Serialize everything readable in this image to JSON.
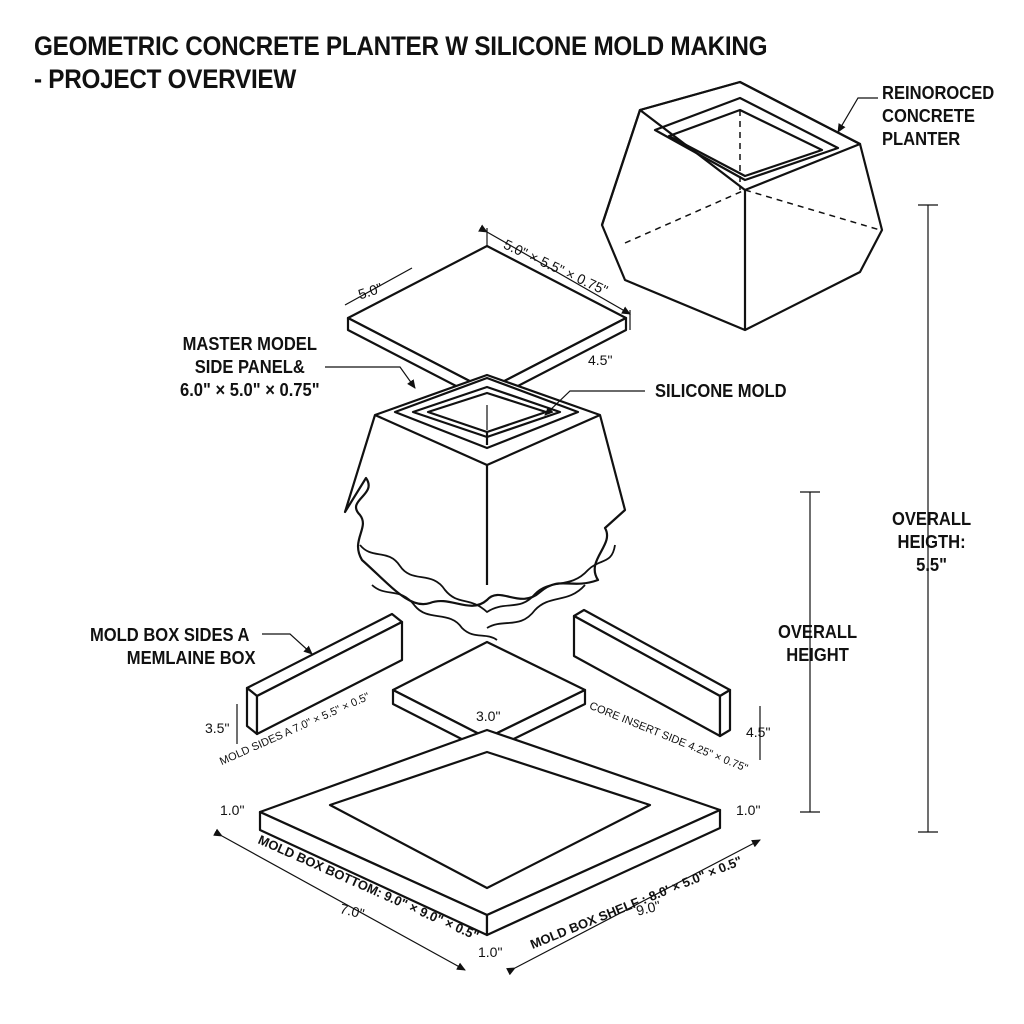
{
  "title": {
    "line1": "GEOMETRIC CONCRETE PLANTER W SILICONE MOLD MAKING",
    "line2": "- PROJECT OVERVIEW"
  },
  "labels": {
    "planter": [
      "REINOROCED",
      "CONCRETE",
      "PLANTER"
    ],
    "master_model": [
      "MASTER MODEL",
      "SIDE PANEL&",
      "6.0\" × 5.0\" × 0.75\""
    ],
    "silicone_mold": "SILICONE MOLD",
    "mold_box_sides": [
      "MOLD BOX SIDES A",
      "MEMLAINE BOX"
    ],
    "overall_height_inner": [
      "OVERALL",
      "HEIGHT"
    ],
    "overall_height_outer": [
      "OVERALL",
      "HEIGTH:",
      "5.5\""
    ]
  },
  "dimensions": {
    "panel_size": "5.0\" × 5.5\" × 0.75\"",
    "panel_width": "5.0\"",
    "panel_depth": "4.5\"",
    "left_side_height": "3.5\"",
    "left_side_label": "MOLD SIDES A  7.0\" × 5.5\" × 0.5\"",
    "core_size": "3.0\"",
    "core_insert_label": "CORE INSERT SIDE 4.25\" × 0.75\"",
    "right_side_height": "4.5\"",
    "base_left_thickness": "1.0\"",
    "base_right_thickness": "1.0\"",
    "mold_box_bottom": "MOLD BOX BOTTOM: 9.0\" × 9.0\" × 0.5\"",
    "mold_box_shelf": "MOLD BOX SHELF : 8.0' × 5.0\" × 0.5\"",
    "base_left_length": "7.0\"",
    "base_right_length": "9.0\"",
    "base_bottom_thickness": "1.0\""
  }
}
